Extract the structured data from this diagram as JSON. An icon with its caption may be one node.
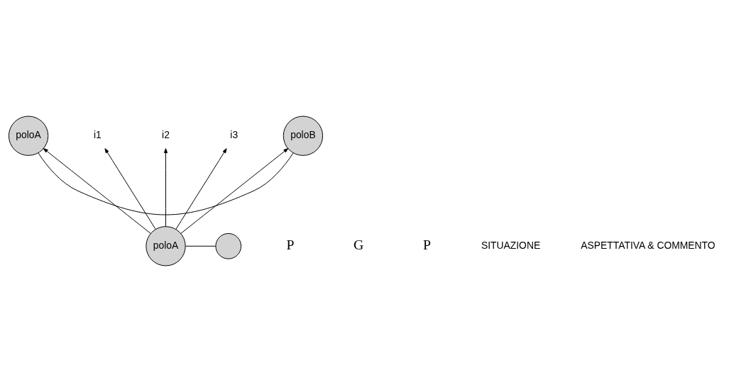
{
  "diagram": {
    "nodes": [
      {
        "text": [
          "poloA"
        ]
      },
      {
        "text": [
          "i1"
        ]
      },
      {
        "text": [
          "i2"
        ]
      },
      {
        "text": [
          "i3"
        ]
      },
      {
        "text": [
          "poloB"
        ]
      },
      {
        "text": [
          "poloA"
        ]
      },
      {
        "text": [],
        "shape": "circle"
      }
    ],
    "edges": [
      {
        "from": 0,
        "to": 4,
        "arrow": "none"
      },
      {
        "from": 5,
        "to": 0,
        "arrow": "to"
      },
      {
        "from": 5,
        "to": 1,
        "arrow": "to"
      },
      {
        "from": 5,
        "to": 2,
        "arrow": "to"
      },
      {
        "from": 5,
        "to": 3,
        "arrow": "to"
      },
      {
        "from": 5,
        "to": 4,
        "arrow": "to"
      },
      {
        "from": 5,
        "to": 6,
        "arrow": "none"
      }
    ],
    "labels": [
      "P",
      "G",
      "P",
      "SITUAZIONE",
      "ASPETTATIVA & COMMENTO"
    ]
  }
}
